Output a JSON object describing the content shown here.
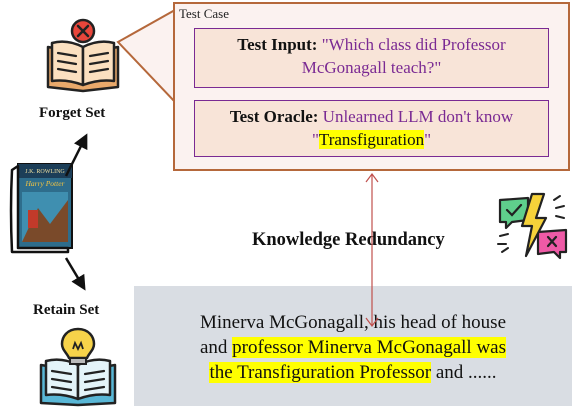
{
  "test_case": {
    "title": "Test Case",
    "input_label": "Test Input:",
    "input_text": "\"Which class did Professor McGonagall teach?\"",
    "oracle_label": "Test Oracle:",
    "oracle_text": "Unlearned LLM don't know",
    "oracle_answer_open": "\"",
    "oracle_answer": "Transfiguration",
    "oracle_answer_close": "\""
  },
  "left": {
    "forget_label": "Forget Set",
    "retain_label": "Retain Set",
    "book_author": "J.K. ROWLING",
    "book_title": "Harry Potter"
  },
  "middle": {
    "redundancy_label": "Knowledge Redundancy"
  },
  "retain_text": {
    "line1_a": "Minerva McGonagall, his head of house",
    "line2_a": "and ",
    "line2_hl": "professor Minerva McGonagall was",
    "line3_hl": "the Transfiguration Professor",
    "line3_b": " and ......"
  },
  "colors": {
    "card_border": "#b5683b",
    "card_fill": "#fbf2f0",
    "inner_border": "#7a2a93",
    "inner_fill": "#f8e4d8",
    "accent_text": "#7a2a93",
    "highlight": "#ffff00",
    "panel_fill": "#d9dde3",
    "arrow": "#c0504d"
  },
  "icons": [
    "open-book-x-icon",
    "harry-potter-book-icon",
    "book-lightbulb-icon",
    "conflict-chat-icon",
    "arrow-icon"
  ]
}
